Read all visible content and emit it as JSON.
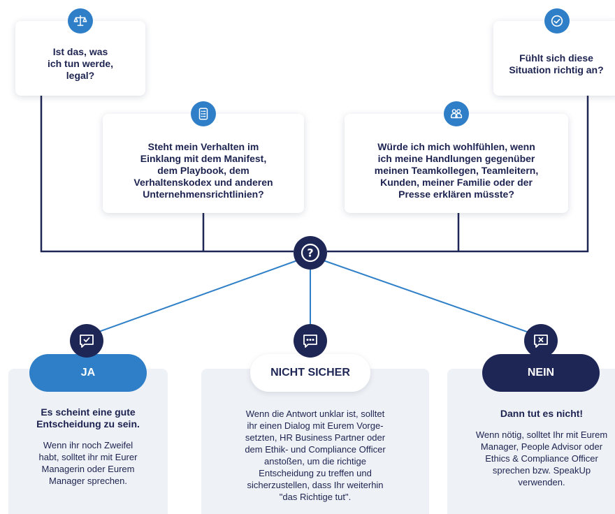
{
  "questions": [
    {
      "key": "legal",
      "lines": [
        "Ist das, was",
        "ich tun werde,",
        "legal?"
      ],
      "icon": "scales-icon"
    },
    {
      "key": "richtig",
      "lines": [
        "Fühlt sich diese",
        "Situation richtig an?"
      ],
      "icon": "check-circle-icon"
    },
    {
      "key": "manifest",
      "lines": [
        "Steht mein Verhalten im",
        "Einklang mit dem Manifest,",
        "dem Playbook, dem",
        "Verhaltenskodex und anderen",
        "Unternehmensrichtlinien?"
      ],
      "icon": "document-list-icon"
    },
    {
      "key": "wohlfuehlen",
      "lines": [
        "Würde ich mich wohlfühlen, wenn",
        "ich meine Handlungen gegenüber",
        "meinen Teamkollegen, Teamleitern,",
        "Kunden, meiner Familie oder der",
        "Presse erklären müsste?"
      ],
      "icon": "people-icon"
    }
  ],
  "center": {
    "label": "?",
    "icon": "question-icon"
  },
  "answers": {
    "ja": {
      "label": "JA",
      "icon": "chat-check-icon",
      "title_lines": [
        "Es scheint eine gute",
        "Entscheidung zu sein."
      ],
      "text_lines": [
        "Wenn ihr noch Zweifel",
        "habt, solltet ihr mit Eurer",
        "Managerin oder Eurem",
        "Manager sprechen."
      ]
    },
    "nicht_sicher": {
      "label": "NICHT SICHER",
      "icon": "chat-dots-icon",
      "text_lines": [
        "Wenn die Antwort unklar ist, solltet",
        "ihr einen Dialog mit Eurem Vorge-",
        "setzten, HR Business Partner oder",
        "dem Ethik- und Compliance Officer",
        "anstoßen, um die richtige",
        "Entscheidung zu treffen und",
        "sicherzustellen, dass Ihr weiterhin",
        "\"das Richtige tut\"."
      ]
    },
    "nein": {
      "label": "NEIN",
      "icon": "chat-x-icon",
      "title": "Dann tut es nicht!",
      "text_lines": [
        "Wenn nötig, solltet Ihr mit Eurem",
        "Manager, People Advisor oder",
        "Ethics & Compliance Officer",
        "sprechen bzw. SpeakUp",
        "verwenden."
      ]
    }
  },
  "colors": {
    "navy": "#1e2655",
    "blue": "#2f7fc8",
    "panel": "#eef1f5",
    "line": "#2f7fc8"
  }
}
